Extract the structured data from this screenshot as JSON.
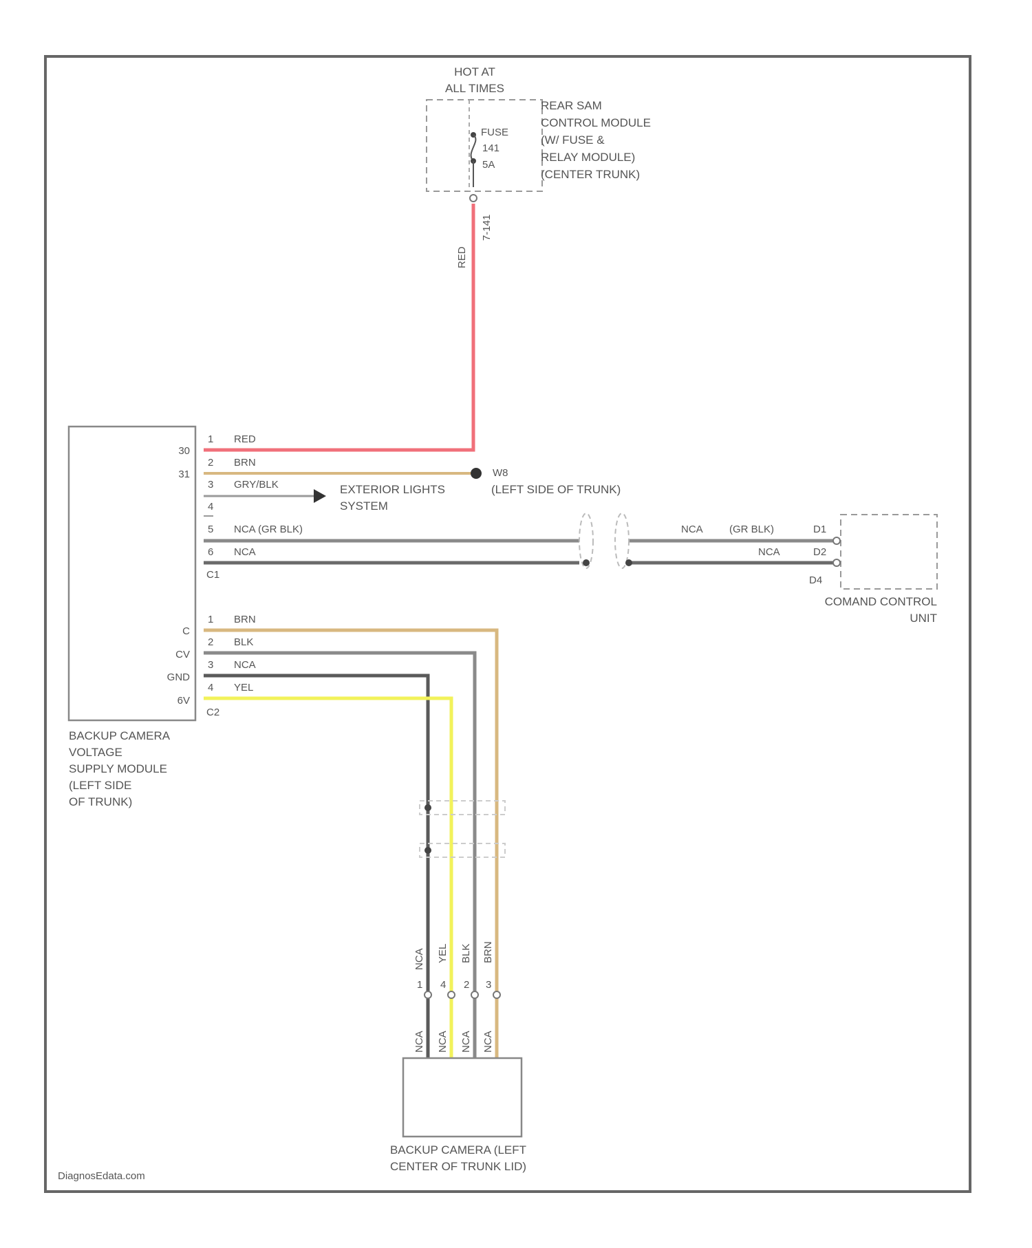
{
  "power_source": {
    "line1": "HOT AT",
    "line2": "ALL TIMES"
  },
  "fuse": {
    "label": "FUSE",
    "number": "141",
    "amps": "5A"
  },
  "rear_sam": {
    "line1": "REAR SAM",
    "line2": "CONTROL MODULE",
    "line3": "(W/ FUSE &",
    "line4": "RELAY MODULE)",
    "line5": "(CENTER TRUNK)"
  },
  "top_wire": {
    "color_label": "RED",
    "pin_label": "7-141"
  },
  "voltage_module": {
    "line1": "BACKUP CAMERA",
    "line2": "VOLTAGE",
    "line3": "SUPPLY MODULE",
    "line4": "(LEFT SIDE",
    "line5": "OF TRUNK)",
    "pins_c1": [
      "30",
      "31"
    ],
    "pins_c2": [
      "C",
      "CV",
      "GND",
      "6V"
    ],
    "connector_c1": "C1",
    "connector_c2": "C2"
  },
  "wires_c1": [
    {
      "num": "1",
      "color": "RED"
    },
    {
      "num": "2",
      "color": "BRN"
    },
    {
      "num": "3",
      "color": "GRY/BLK"
    },
    {
      "num": "4",
      "color": ""
    },
    {
      "num": "5",
      "color": "NCA (GR BLK)"
    },
    {
      "num": "6",
      "color": "NCA"
    }
  ],
  "ground": {
    "id": "W8",
    "location": "(LEFT SIDE OF TRUNK)"
  },
  "exterior_lights": {
    "line1": "EXTERIOR LIGHTS",
    "line2": "SYSTEM"
  },
  "command_unit": {
    "wire_labels": [
      "NCA",
      "(GR BLK)",
      "NCA"
    ],
    "pins": [
      "D1",
      "D2",
      "D4"
    ],
    "line1": "COMAND CONTROL",
    "line2": "UNIT"
  },
  "wires_c2": [
    {
      "num": "1",
      "color": "BRN"
    },
    {
      "num": "2",
      "color": "BLK"
    },
    {
      "num": "3",
      "color": "NCA"
    },
    {
      "num": "4",
      "color": "YEL"
    }
  ],
  "camera_upper_labels": [
    "NCA",
    "YEL",
    "BLK",
    "BRN"
  ],
  "camera_pins": [
    "1",
    "4",
    "2",
    "3"
  ],
  "camera_lower_labels": [
    "NCA",
    "NCA",
    "NCA",
    "NCA"
  ],
  "camera": {
    "line1": "BACKUP CAMERA (LEFT",
    "line2": "CENTER OF TRUNK LID)"
  },
  "watermark": "DiagnosEdata.com",
  "colors": {
    "red_wire": "#f0707a",
    "brown_wire": "#d8b880",
    "yellow_wire": "#f2f25a",
    "dark_wire": "#5a5a5a",
    "gray_wire": "#8a8a8a",
    "frame": "#666666"
  }
}
